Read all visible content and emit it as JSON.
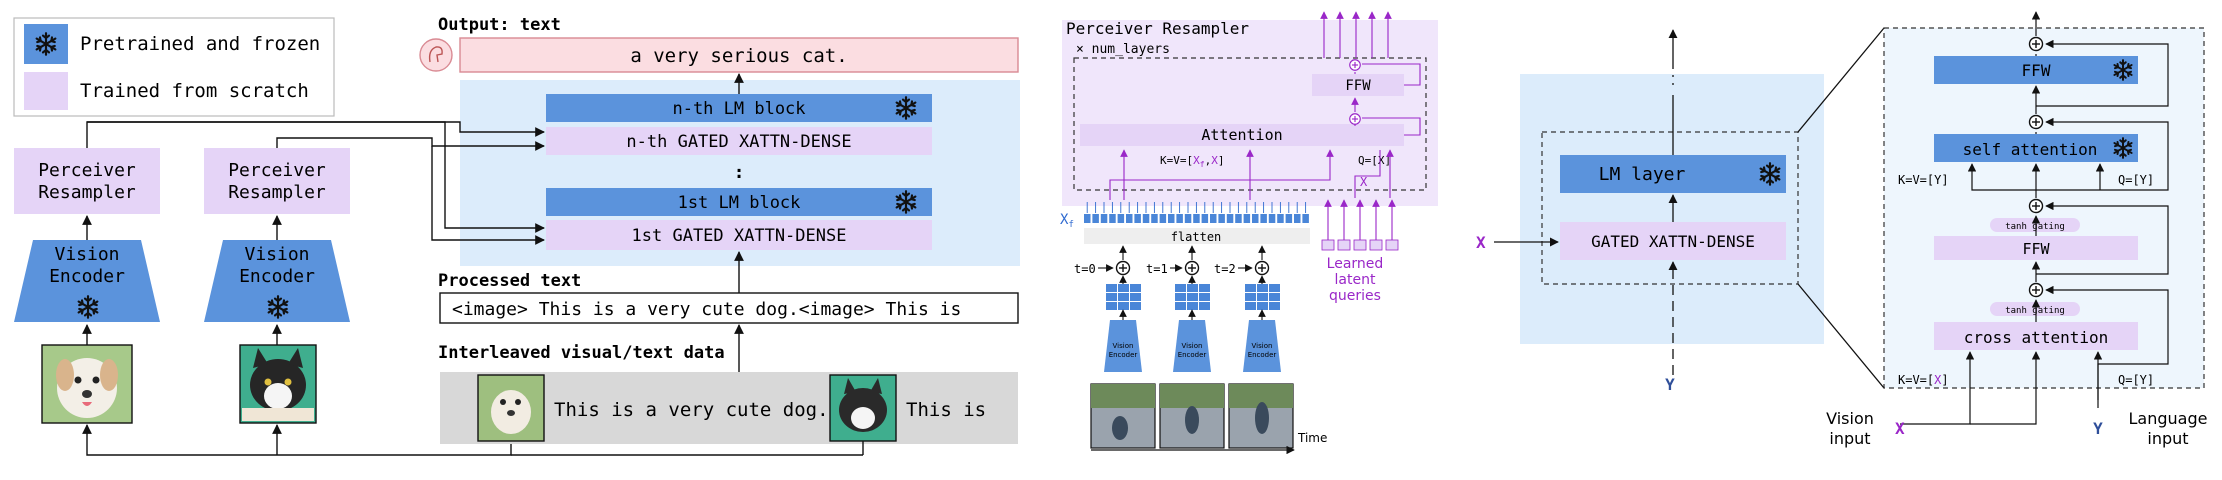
{
  "colors": {
    "frozen": "#5b93dc",
    "trainable": "#e5d4f7",
    "light_blue_bg": "#dcecfb",
    "output_pink": "#fbdde1",
    "output_border": "#d98a93",
    "gray_band": "#d8d8d8",
    "purple": "#9a27c8",
    "navy": "#2f4f9a"
  },
  "icons": {
    "frozen": "snowflake-icon",
    "output_logo": "flamingo-logo-icon"
  },
  "panel1": {
    "legend": {
      "frozen_label": "Pretrained and frozen",
      "trained_label": "Trained from scratch"
    },
    "output_label": "Output: text",
    "output_text": "a very serious cat.",
    "nth_lm_block": "n-th LM block",
    "nth_gated": "n-th GATED XATTN-DENSE",
    "first_lm_block": "1st LM block",
    "first_gated": "1st GATED XATTN-DENSE",
    "dots": ":",
    "processed_label": "Processed text",
    "processed_text": "<image> This is a very cute dog.<image> This is",
    "interleaved_label": "Interleaved visual/text data",
    "interleaved_text_1": "This is a very cute dog.",
    "interleaved_text_2": "This is",
    "resampler_label": "Perceiver Resampler",
    "encoder_label": "Vision Encoder"
  },
  "panel2": {
    "title": "Perceiver Resampler",
    "num_layers": "× num_layers",
    "ffw": "FFW",
    "attention": "Attention",
    "kv_label_prefix": "K=V=[",
    "kv_label_x": "X",
    "kv_label_f": "f",
    "kv_label_sep": ",",
    "kv_label_suffix": "]",
    "q_label": "Q=[X]",
    "x_label": "X",
    "xf_label": "X",
    "xf_sub": "f",
    "flatten": "flatten",
    "time_labels": [
      "t=0",
      "t=1",
      "t=2"
    ],
    "encoder_label": "Vision Encoder",
    "time_axis": "Time",
    "learned_latent_queries": "Learned latent queries"
  },
  "panel3": {
    "lm_layer": "LM layer",
    "gated": "GATED XATTN-DENSE",
    "x_in": "X",
    "y_in": "Y",
    "ffw_top": "FFW",
    "self_attention": "self attention",
    "kv_y": "K=V=[Y]",
    "q_y_top": "Q=[Y]",
    "tanh_gating": "tanh gating",
    "ffw_mid": "FFW",
    "cross_attention": "cross attention",
    "kv_x_prefix": "K=V=[",
    "kv_x_x": "X",
    "kv_x_suffix": "]",
    "q_y_bottom": "Q=[Y]",
    "vision_input": "Vision input",
    "language_input": "Language input",
    "vision_x": "X",
    "language_y": "Y"
  }
}
